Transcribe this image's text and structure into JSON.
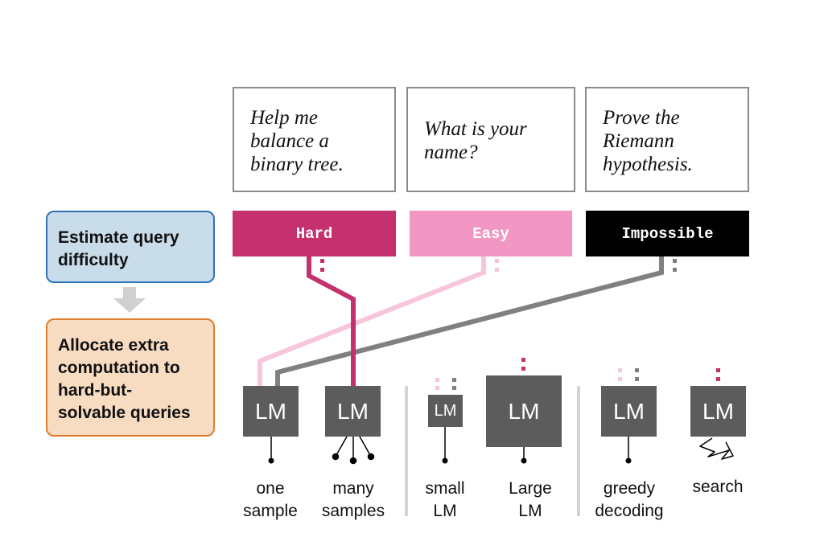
{
  "queries": [
    {
      "text": "Help me\nbalance a\nbinary tree."
    },
    {
      "text": "What is your\nname?"
    },
    {
      "text": "Prove the\nRiemann\nhypothesis."
    }
  ],
  "difficulty": {
    "hard": {
      "label": "Hard",
      "color": "#c5306e"
    },
    "easy": {
      "label": "Easy",
      "color": "#f297c4"
    },
    "impossible": {
      "label": "Impossible",
      "color": "#000000"
    }
  },
  "steps": {
    "estimate": "Estimate query\ndifficulty",
    "allocate": "Allocate extra\ncomputation to\nhard-but-\nsolvable queries",
    "estimate_color": "#c9dcea",
    "allocate_color": "#f7dcc2"
  },
  "methods": {
    "lm_label": "LM",
    "one_sample": "one\nsample",
    "many_samples": "many\nsamples",
    "small_lm": "small\nLM",
    "large_lm": "Large\nLM",
    "greedy": "greedy\ndecoding",
    "search": "search"
  },
  "colors": {
    "lm_box": "#5c5c5c",
    "route_impossible": "#808080",
    "route_easy": "#f7c6dd",
    "route_hard": "#c5306e"
  }
}
